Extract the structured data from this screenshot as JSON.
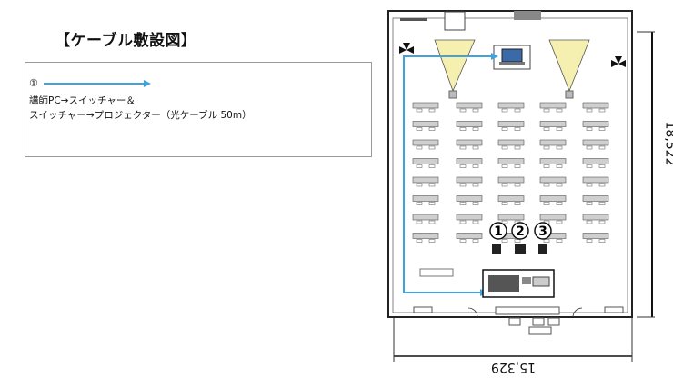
{
  "title": "【ケーブル敷設図】",
  "legend": {
    "number": "①",
    "description": "講師PC→スイッチャー＆\nスイッチャー→プロジェクター（光ケーブル 50m）",
    "arrow_color": "#3da4e0"
  },
  "floor_plan": {
    "dimension_vertical": "18,522",
    "dimension_horizontal": "15,329",
    "cameras": [
      "1",
      "2",
      "3"
    ],
    "wall_color": "#222222",
    "projection_color": "#f6f0b0",
    "cable_color": "#3da4e0"
  }
}
